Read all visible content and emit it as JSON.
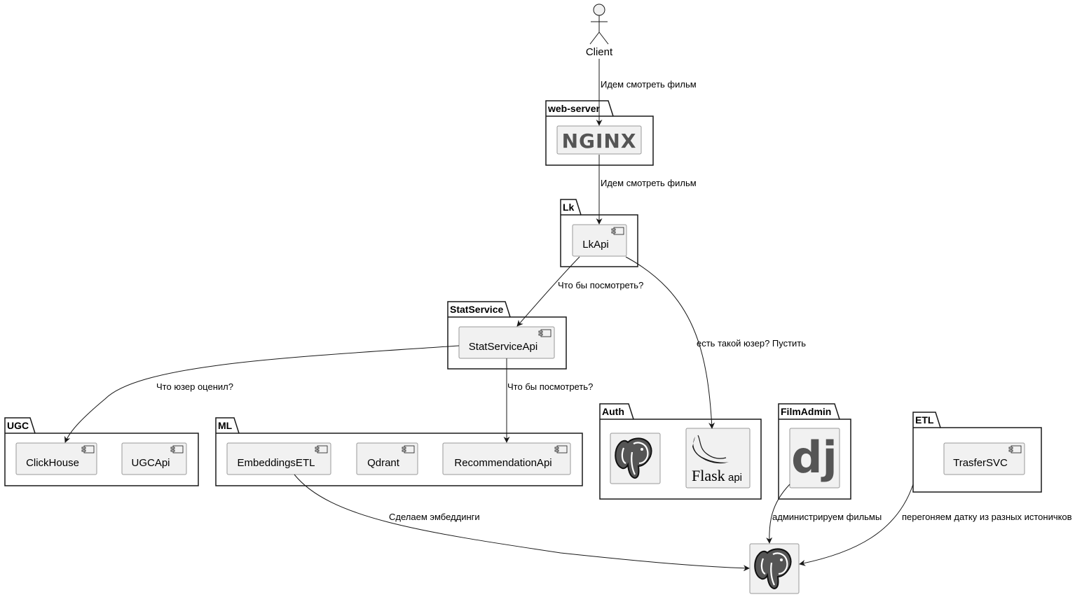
{
  "actor": {
    "label": "Client"
  },
  "packages": {
    "web_server": {
      "title": "web-server",
      "logo": "nginx-icon",
      "logo_text": "NGINX"
    },
    "lk": {
      "title": "Lk",
      "components": [
        "LkApi"
      ]
    },
    "stat_service": {
      "title": "StatService",
      "components": [
        "StatServiceApi"
      ]
    },
    "ugc": {
      "title": "UGC",
      "components": [
        "ClickHouse",
        "UGCApi"
      ]
    },
    "ml": {
      "title": "ML",
      "components": [
        "EmbeddingsETL",
        "Qdrant",
        "RecommendationApi"
      ]
    },
    "auth": {
      "title": "Auth",
      "logos": [
        "postgresql-icon",
        "flask-icon"
      ],
      "flask_word": "Flask",
      "flask_suffix": "api"
    },
    "film_admin": {
      "title": "FilmAdmin",
      "logo": "django-icon",
      "logo_text": "dj"
    },
    "etl": {
      "title": "ETL",
      "components": [
        "TrasferSVC"
      ]
    }
  },
  "database": {
    "logo": "postgresql-icon"
  },
  "edges": {
    "client_to_nginx": "Идем смотреть фильм",
    "nginx_to_lk": "Идем смотреть фильм",
    "lk_to_stat": "Что бы посмотреть?",
    "lk_to_flask": "есть такой юзер? Пустить",
    "stat_to_clickhouse": "Что юзер оценил?",
    "stat_to_recommendation": "Что бы посмотреть?",
    "embeddings_to_db": "Сделаем эмбеддинги",
    "filmadmin_to_db": "администрируем фильмы",
    "etl_to_db": "перегоняем датку из разных истоничков"
  },
  "colors": {
    "box_fill": "#f1f1f1",
    "box_stroke": "#999999",
    "line": "#181818",
    "logo": "#555555"
  }
}
